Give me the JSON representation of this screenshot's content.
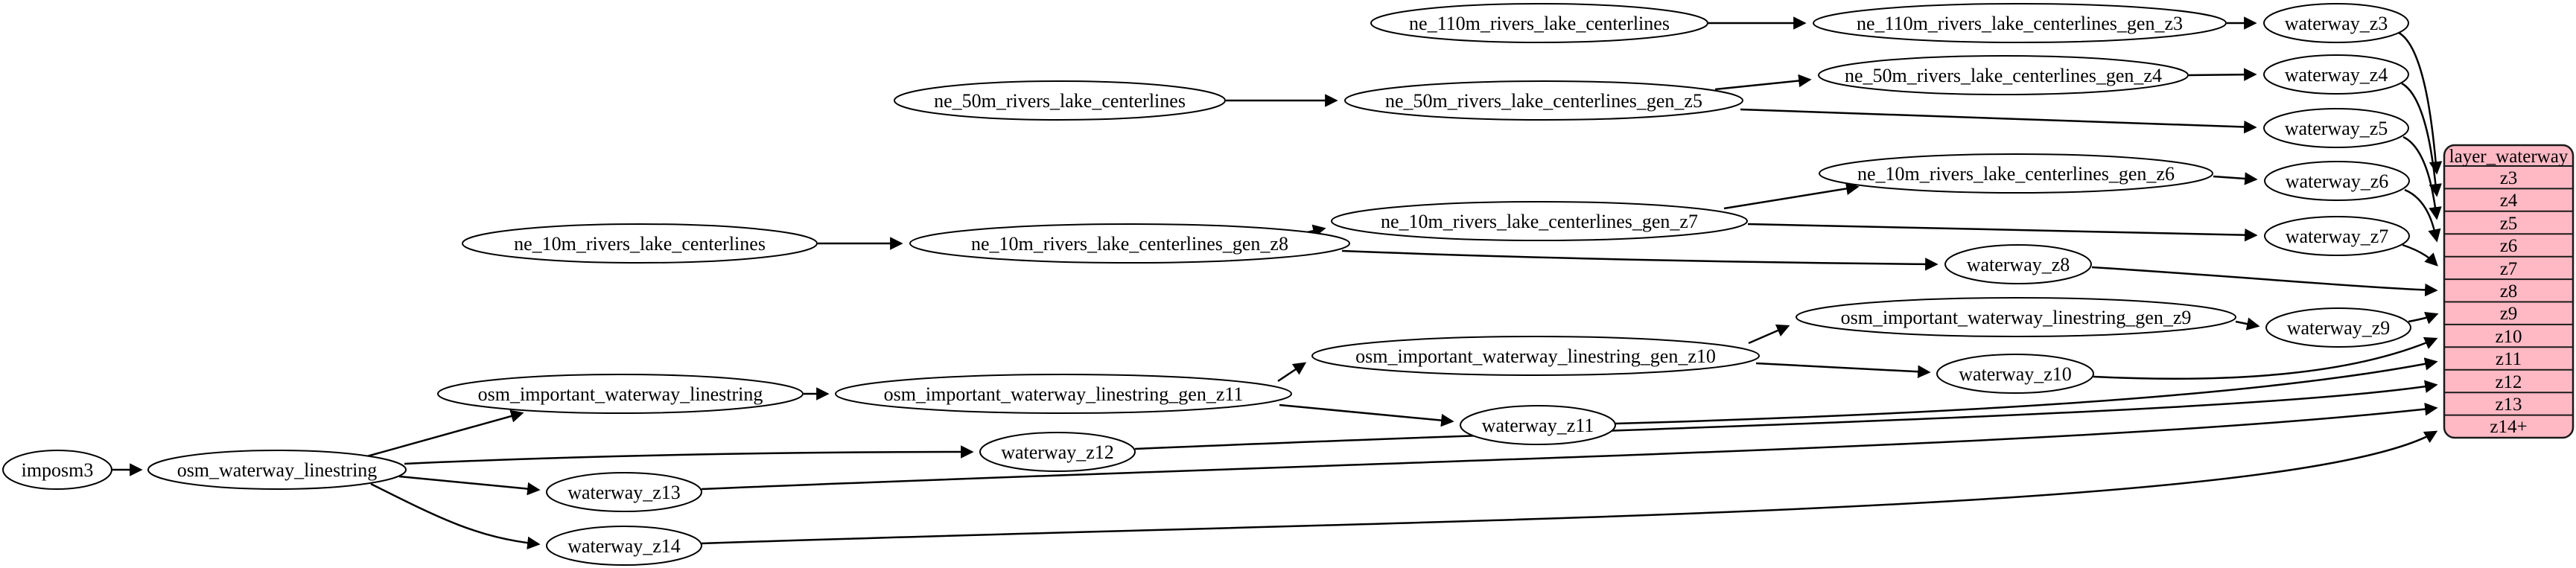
{
  "diagram": {
    "kind": "etl-flow-graph",
    "nodes": {
      "imposm3": "imposm3",
      "osm_waterway_linestring": "osm_waterway_linestring",
      "osm_important_waterway_linestring": "osm_important_waterway_linestring",
      "osm_important_waterway_linestring_gen_z11": "osm_important_waterway_linestring_gen_z11",
      "osm_important_waterway_linestring_gen_z10": "osm_important_waterway_linestring_gen_z10",
      "osm_important_waterway_linestring_gen_z9": "osm_important_waterway_linestring_gen_z9",
      "ne_110m_rivers_lake_centerlines": "ne_110m_rivers_lake_centerlines",
      "ne_110m_rivers_lake_centerlines_gen_z3": "ne_110m_rivers_lake_centerlines_gen_z3",
      "ne_50m_rivers_lake_centerlines": "ne_50m_rivers_lake_centerlines",
      "ne_50m_rivers_lake_centerlines_gen_z5": "ne_50m_rivers_lake_centerlines_gen_z5",
      "ne_50m_rivers_lake_centerlines_gen_z4": "ne_50m_rivers_lake_centerlines_gen_z4",
      "ne_10m_rivers_lake_centerlines": "ne_10m_rivers_lake_centerlines",
      "ne_10m_rivers_lake_centerlines_gen_z8": "ne_10m_rivers_lake_centerlines_gen_z8",
      "ne_10m_rivers_lake_centerlines_gen_z7": "ne_10m_rivers_lake_centerlines_gen_z7",
      "ne_10m_rivers_lake_centerlines_gen_z6": "ne_10m_rivers_lake_centerlines_gen_z6",
      "waterway_z3": "waterway_z3",
      "waterway_z4": "waterway_z4",
      "waterway_z5": "waterway_z5",
      "waterway_z6": "waterway_z6",
      "waterway_z7": "waterway_z7",
      "waterway_z8": "waterway_z8",
      "waterway_z9": "waterway_z9",
      "waterway_z10": "waterway_z10",
      "waterway_z11": "waterway_z11",
      "waterway_z12": "waterway_z12",
      "waterway_z13": "waterway_z13",
      "waterway_z14": "waterway_z14"
    },
    "table": {
      "title": "layer_waterway",
      "rows": [
        "z3",
        "z4",
        "z5",
        "z6",
        "z7",
        "z8",
        "z9",
        "z10",
        "z11",
        "z12",
        "z13",
        "z14+"
      ],
      "fill_color": "#ffb9c4",
      "stroke_color": "#1a1a1a"
    },
    "edges": [
      [
        "imposm3",
        "osm_waterway_linestring"
      ],
      [
        "osm_waterway_linestring",
        "osm_important_waterway_linestring"
      ],
      [
        "osm_waterway_linestring",
        "waterway_z12"
      ],
      [
        "osm_waterway_linestring",
        "waterway_z13"
      ],
      [
        "osm_waterway_linestring",
        "waterway_z14"
      ],
      [
        "osm_important_waterway_linestring",
        "osm_important_waterway_linestring_gen_z11"
      ],
      [
        "osm_important_waterway_linestring_gen_z11",
        "osm_important_waterway_linestring_gen_z10"
      ],
      [
        "osm_important_waterway_linestring_gen_z11",
        "waterway_z11"
      ],
      [
        "osm_important_waterway_linestring_gen_z10",
        "osm_important_waterway_linestring_gen_z9"
      ],
      [
        "osm_important_waterway_linestring_gen_z10",
        "waterway_z10"
      ],
      [
        "osm_important_waterway_linestring_gen_z9",
        "waterway_z9"
      ],
      [
        "ne_110m_rivers_lake_centerlines",
        "ne_110m_rivers_lake_centerlines_gen_z3"
      ],
      [
        "ne_110m_rivers_lake_centerlines_gen_z3",
        "waterway_z3"
      ],
      [
        "ne_50m_rivers_lake_centerlines",
        "ne_50m_rivers_lake_centerlines_gen_z5"
      ],
      [
        "ne_50m_rivers_lake_centerlines_gen_z5",
        "ne_50m_rivers_lake_centerlines_gen_z4"
      ],
      [
        "ne_50m_rivers_lake_centerlines_gen_z5",
        "waterway_z5"
      ],
      [
        "ne_50m_rivers_lake_centerlines_gen_z4",
        "waterway_z4"
      ],
      [
        "ne_10m_rivers_lake_centerlines",
        "ne_10m_rivers_lake_centerlines_gen_z8"
      ],
      [
        "ne_10m_rivers_lake_centerlines_gen_z8",
        "ne_10m_rivers_lake_centerlines_gen_z7"
      ],
      [
        "ne_10m_rivers_lake_centerlines_gen_z8",
        "waterway_z8"
      ],
      [
        "ne_10m_rivers_lake_centerlines_gen_z7",
        "ne_10m_rivers_lake_centerlines_gen_z6"
      ],
      [
        "ne_10m_rivers_lake_centerlines_gen_z7",
        "waterway_z7"
      ],
      [
        "ne_10m_rivers_lake_centerlines_gen_z6",
        "waterway_z6"
      ],
      [
        "waterway_z3",
        "layer_waterway:z3"
      ],
      [
        "waterway_z4",
        "layer_waterway:z4"
      ],
      [
        "waterway_z5",
        "layer_waterway:z5"
      ],
      [
        "waterway_z6",
        "layer_waterway:z6"
      ],
      [
        "waterway_z7",
        "layer_waterway:z7"
      ],
      [
        "waterway_z8",
        "layer_waterway:z8"
      ],
      [
        "waterway_z9",
        "layer_waterway:z9"
      ],
      [
        "waterway_z10",
        "layer_waterway:z10"
      ],
      [
        "waterway_z11",
        "layer_waterway:z11"
      ],
      [
        "waterway_z12",
        "layer_waterway:z12"
      ],
      [
        "waterway_z13",
        "layer_waterway:z13"
      ],
      [
        "waterway_z14",
        "layer_waterway:z14+"
      ]
    ]
  }
}
